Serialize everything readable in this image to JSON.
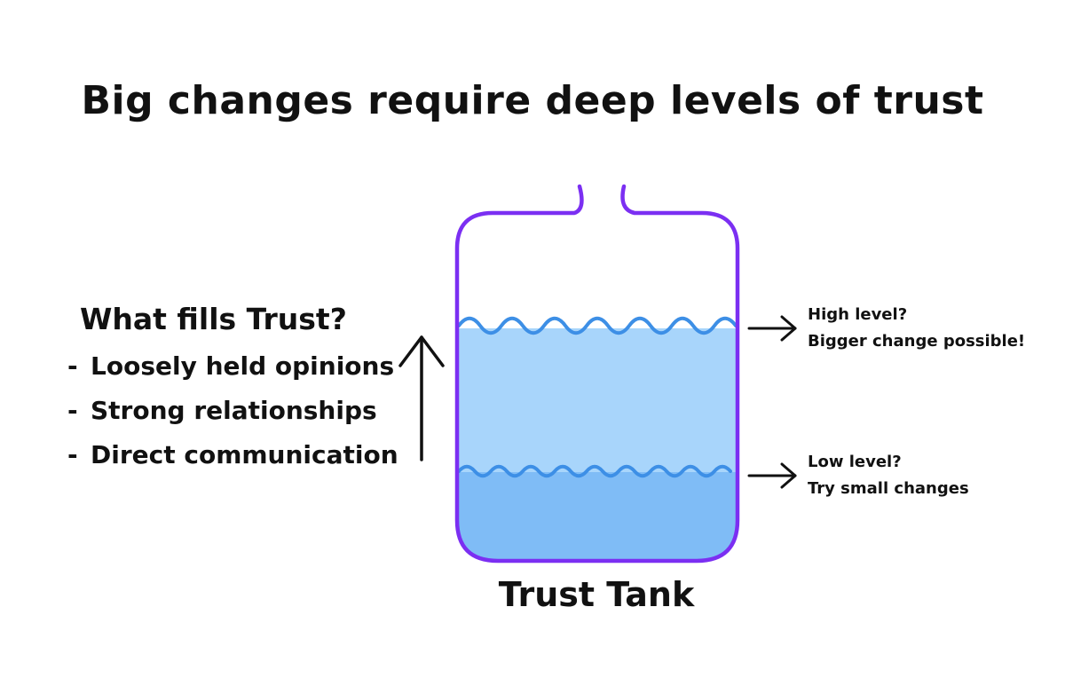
{
  "title": "Big changes require deep levels of trust",
  "fills": {
    "heading": "What fills Trust?",
    "items": [
      "Loosely held opinions",
      "Strong relationships",
      "Direct communication"
    ]
  },
  "tank": {
    "label": "Trust Tank",
    "outline_color": "#7b2ff2",
    "high_water_color": "#a8d5fb",
    "low_water_color": "#7fbcf6",
    "wave_color": "#3d8fe6"
  },
  "levels": {
    "high": {
      "line1": "High level?",
      "line2": "Bigger change possible!"
    },
    "low": {
      "line1": "Low level?",
      "line2": "Try small changes"
    }
  }
}
